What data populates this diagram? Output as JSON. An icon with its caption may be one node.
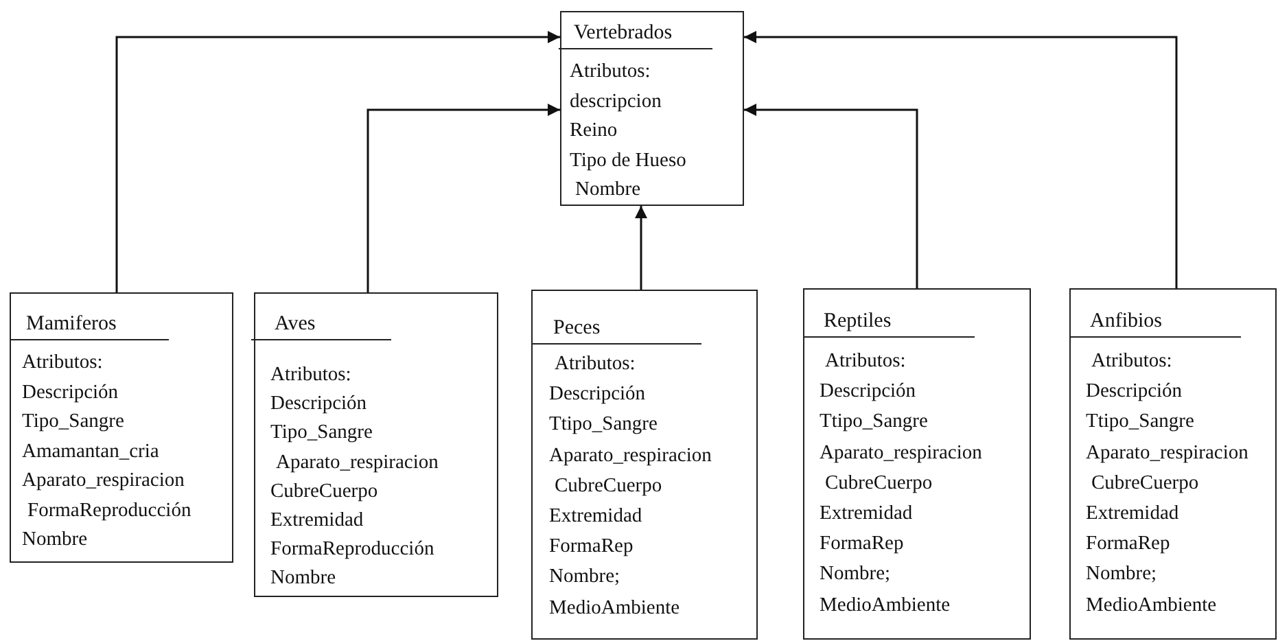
{
  "diagram": {
    "nodes": [
      {
        "text": [
          "Vertebrados",
          "Atributos:",
          "descripcion",
          "Reino",
          "Tipo de Hueso",
          "Nombre"
        ]
      },
      {
        "text": [
          "Mamiferos",
          "Atributos:",
          "Descripción",
          "Tipo_Sangre",
          "Amamantan_cria",
          "Aparato_respiracion",
          "FormaReproducción",
          "Nombre"
        ]
      },
      {
        "text": [
          "Aves",
          "Atributos:",
          "Descripción",
          "Tipo_Sangre",
          "Aparato_respiracion",
          "CubreCuerpo",
          "Extremidad",
          "FormaReproducción",
          "Nombre"
        ]
      },
      {
        "text": [
          "Peces",
          "Atributos:",
          "Descripción",
          "Ttipo_Sangre",
          "Aparato_respiracion",
          "CubreCuerpo",
          "Extremidad",
          "FormaRep",
          "Nombre;",
          "MedioAmbiente"
        ]
      },
      {
        "text": [
          "Reptiles",
          "Atributos:",
          "Descripción",
          "Ttipo_Sangre",
          "Aparato_respiracion",
          "CubreCuerpo",
          "Extremidad",
          "FormaRep",
          "Nombre;",
          "MedioAmbiente"
        ]
      },
      {
        "text": [
          "Anfibios",
          "Atributos:",
          "Descripción",
          "Ttipo_Sangre",
          "Aparato_respiracion",
          "CubreCuerpo",
          "Extremidad",
          "FormaRep",
          "Nombre;",
          "MedioAmbiente"
        ]
      }
    ],
    "edges": [
      {
        "from": 1,
        "to": 0,
        "arrow": "to"
      },
      {
        "from": 2,
        "to": 0,
        "arrow": "to"
      },
      {
        "from": 3,
        "to": 0,
        "arrow": "to"
      },
      {
        "from": 4,
        "to": 0,
        "arrow": "to"
      },
      {
        "from": 5,
        "to": 0,
        "arrow": "to"
      }
    ]
  }
}
